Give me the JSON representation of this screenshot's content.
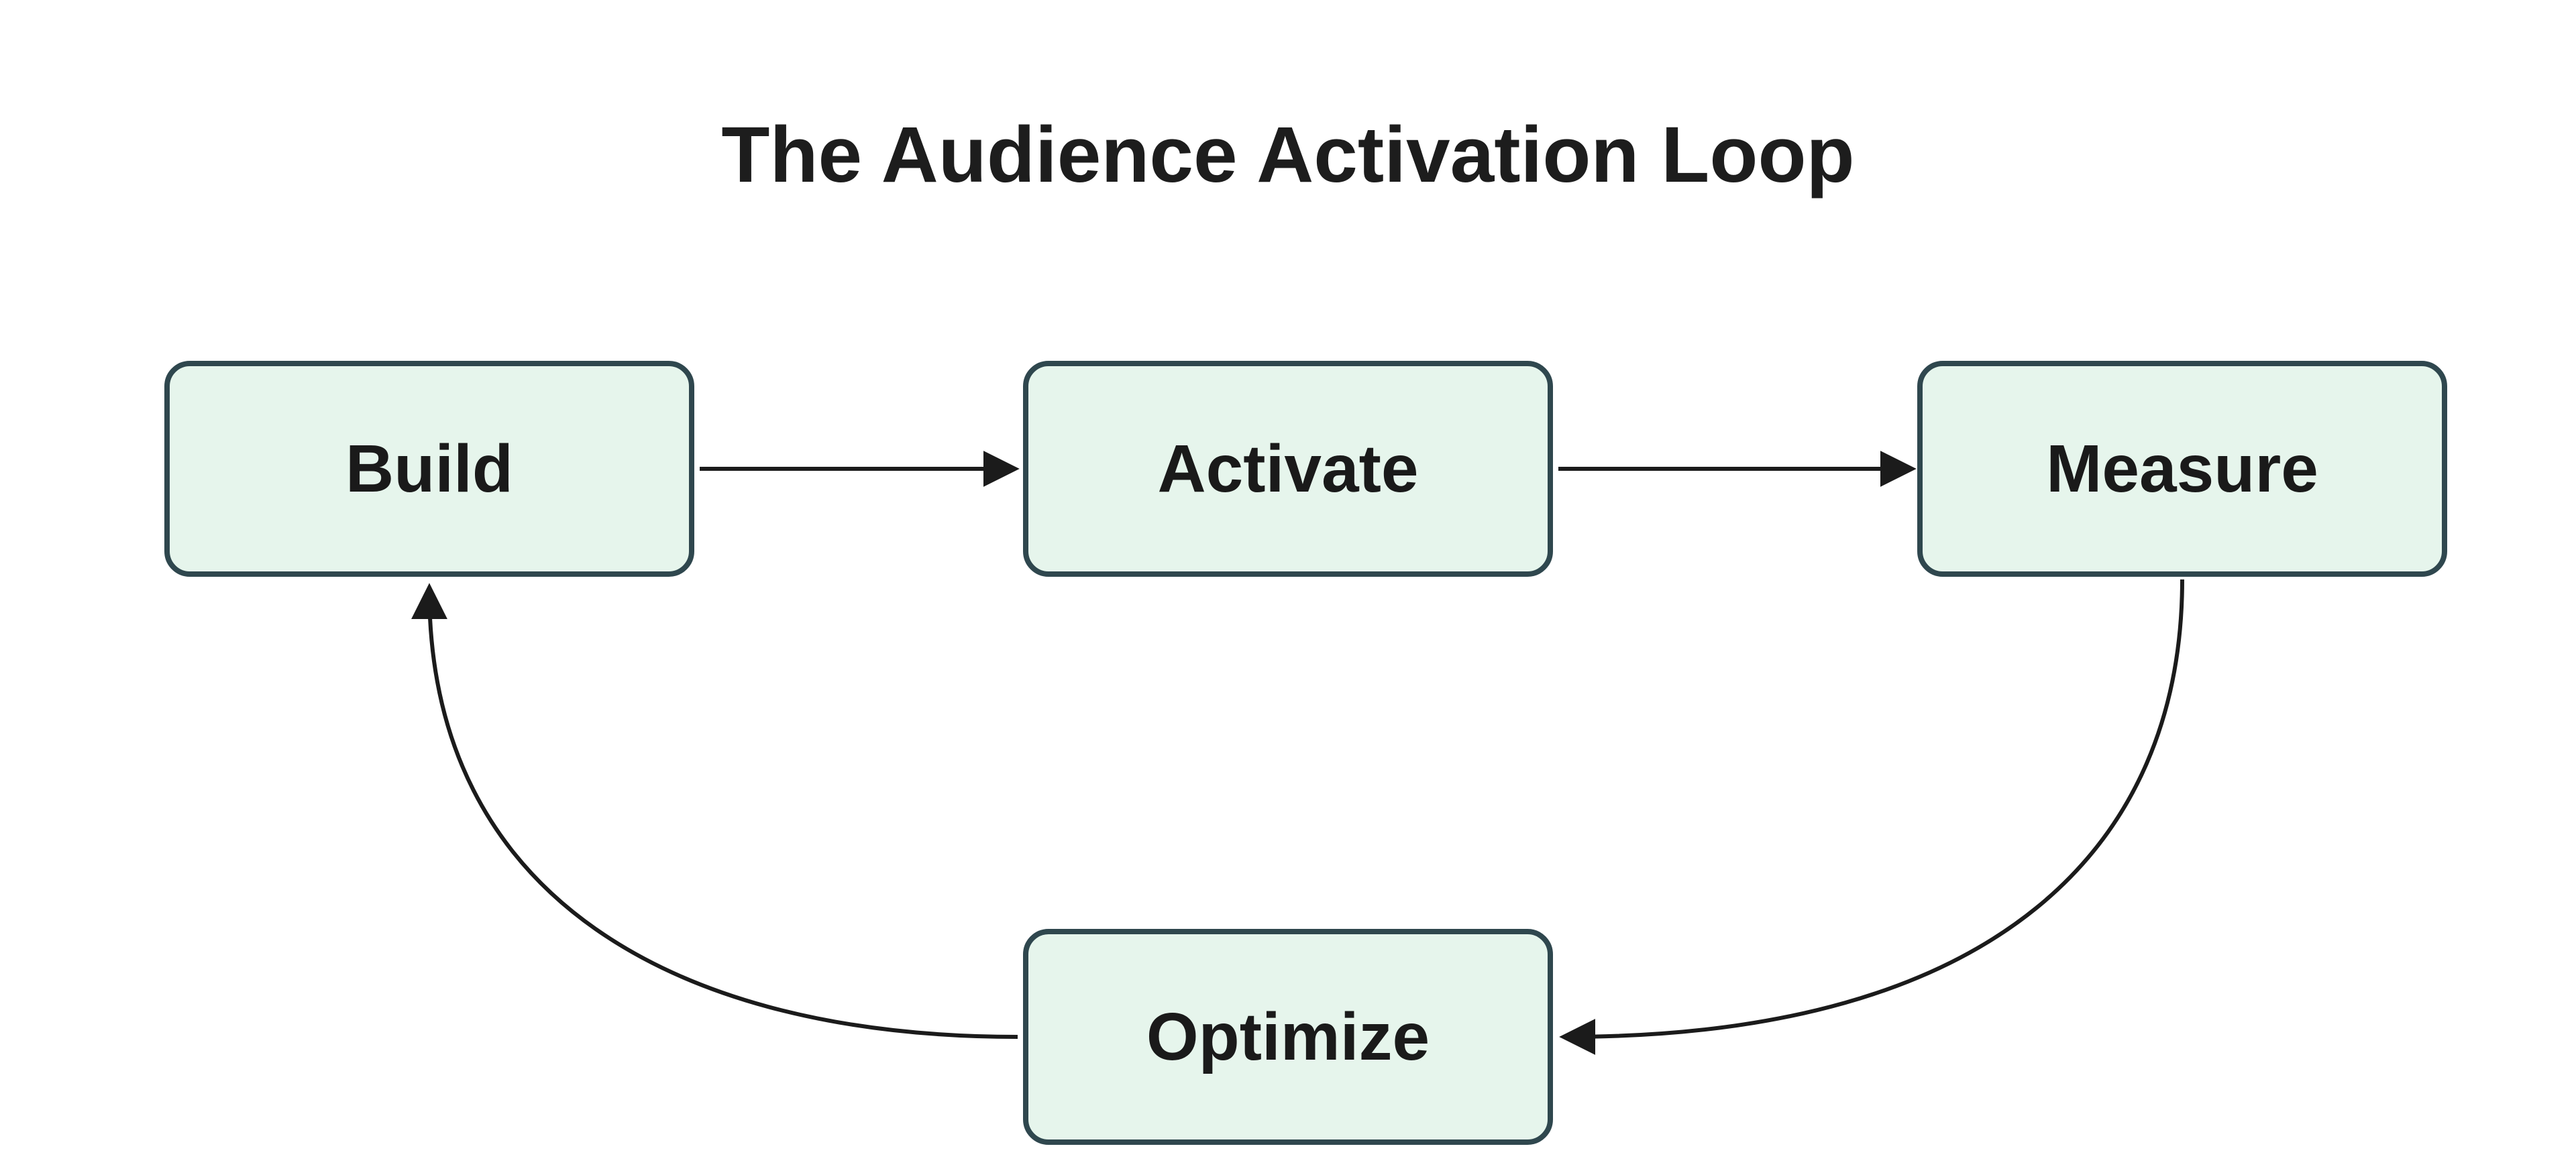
{
  "diagram": {
    "title": "The Audience Activation Loop",
    "type": "cycle-flowchart",
    "nodes": [
      {
        "id": "build",
        "label": "Build"
      },
      {
        "id": "activate",
        "label": "Activate"
      },
      {
        "id": "measure",
        "label": "Measure"
      },
      {
        "id": "optimize",
        "label": "Optimize"
      }
    ],
    "edges": [
      {
        "from": "build",
        "to": "activate",
        "style": "straight-right"
      },
      {
        "from": "activate",
        "to": "measure",
        "style": "straight-right"
      },
      {
        "from": "measure",
        "to": "optimize",
        "style": "curve-down-left"
      },
      {
        "from": "optimize",
        "to": "build",
        "style": "curve-left-up"
      }
    ],
    "colors": {
      "background": "#ffffff",
      "node_fill": "#e6f5ec",
      "node_border": "#2f474e",
      "node_text": "#1a1a1a",
      "title_text": "#1d1d1d",
      "arrow": "#1b1b1b"
    }
  }
}
